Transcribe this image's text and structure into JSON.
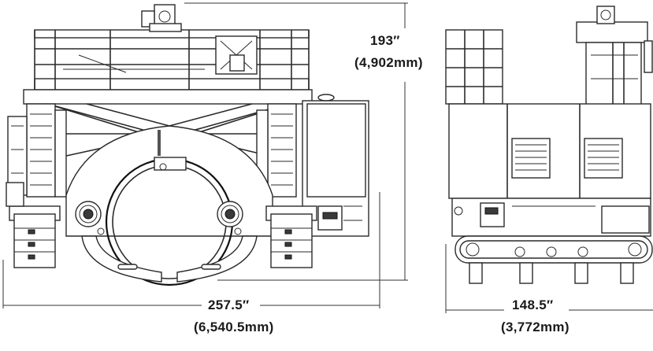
{
  "front_view": {
    "height_in": "193″",
    "height_mm": "(4,902mm)",
    "width_in": "257.5″",
    "width_mm": "(6,540.5mm)"
  },
  "side_view": {
    "width_in": "148.5″",
    "width_mm": "(3,772mm)"
  }
}
